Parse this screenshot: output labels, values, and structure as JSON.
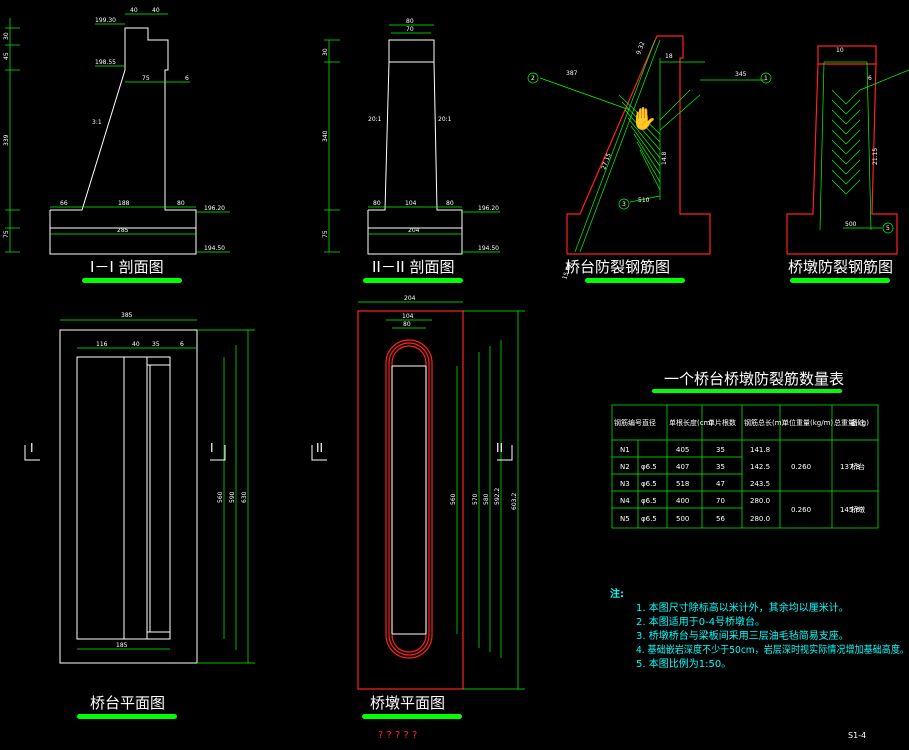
{
  "titles": {
    "section_1": "I－I 剖面图",
    "section_2": "II－II 剖面图",
    "abutment_rebar": "桥台防裂钢筋图",
    "pier_rebar": "桥墩防裂钢筋图",
    "abutment_plan": "桥台平面图",
    "pier_plan": "桥墩平面图",
    "table": "一个桥台桥墩防裂筋数量表"
  },
  "section_labels": {
    "left": "I",
    "right": "II"
  },
  "s1_dims": {
    "top_w1": "40",
    "top_w2": "40",
    "elev_top": "199.30",
    "elev_mid": "198.55",
    "w75": "75",
    "w6": "6",
    "slope": "3:1",
    "v1": "30",
    "v2": "45",
    "v3": "339",
    "v4": "75",
    "b1": "66",
    "b2": "188",
    "b3": "80",
    "base": "285",
    "elev_base": "196.20",
    "elev_bottom": "194.50"
  },
  "s2_dims": {
    "top_w1": "80",
    "top_w2": "70",
    "slope_l": "20:1",
    "slope_r": "20:1",
    "v1": "30",
    "v2": "340",
    "v3": "75",
    "b1": "80",
    "b2": "104",
    "b3": "80",
    "base": "204",
    "elev_base": "196.20",
    "elev_bottom": "194.50"
  },
  "rebar_dims": {
    "n1": "1",
    "n2": "2",
    "n3": "3",
    "n5": "5",
    "a": "387",
    "b": "345",
    "c": "18",
    "d": "9.32",
    "e": "510",
    "f": "27.15",
    "g": "14.8",
    "h": "15.67",
    "i": "10",
    "j": "6",
    "k": "500",
    "l": "21.15"
  },
  "plan1_dims": {
    "w": "385",
    "a": "116",
    "b": "40",
    "c": "35",
    "d": "6",
    "bottom": "185",
    "h1": "560",
    "h2": "590",
    "h3": "630"
  },
  "plan2_dims": {
    "w": "204",
    "a": "104",
    "b": "80",
    "h1": "560",
    "h2": "570",
    "h3": "580",
    "h4": "592.2",
    "h5": "603.2"
  },
  "table": {
    "headers": [
      "钢筋编号直径",
      "单根长度(cm)",
      "单片根数",
      "钢筋总长(m)",
      "单位重量(kg/m)",
      "总重量(kg)",
      "备注"
    ],
    "rows": [
      {
        "id": "N1",
        "dia": "",
        "len": "405",
        "cnt": "35",
        "tot": "141.8"
      },
      {
        "id": "N2",
        "dia": "φ6.5",
        "len": "407",
        "cnt": "35",
        "tot": "142.5"
      },
      {
        "id": "N3",
        "dia": "φ6.5",
        "len": "518",
        "cnt": "47",
        "tot": "243.5"
      },
      {
        "id": "N4",
        "dia": "φ6.5",
        "len": "400",
        "cnt": "70",
        "tot": "280.0"
      },
      {
        "id": "N5",
        "dia": "φ6.5",
        "len": "500",
        "cnt": "56",
        "tot": "280.0"
      }
    ],
    "group1": {
      "unit": "0.260",
      "total": "137.3",
      "note": "桥台"
    },
    "group2": {
      "unit": "0.260",
      "total": "145.6",
      "note": "桥墩"
    }
  },
  "notes": {
    "label": "注:",
    "items": [
      "1. 本图尺寸除标高以米计外，其余均以厘米计。",
      "2. 本图适用于0-4号桥墩台。",
      "3. 桥墩桥台与梁板间采用三层油毛毡简易支座。",
      "4. 基础嵌岩深度不少于50cm，岩层深时视实际情况增加基础高度。",
      "5. 本图比例为1:50。"
    ]
  },
  "question_marks": "? ? ? ? ?",
  "sheet_no": "S1-4",
  "colors": {
    "bg": "#000000",
    "dim": "#00ff00",
    "outline": "#ff2020",
    "text": "#ffffff",
    "note": "#00ffff"
  }
}
